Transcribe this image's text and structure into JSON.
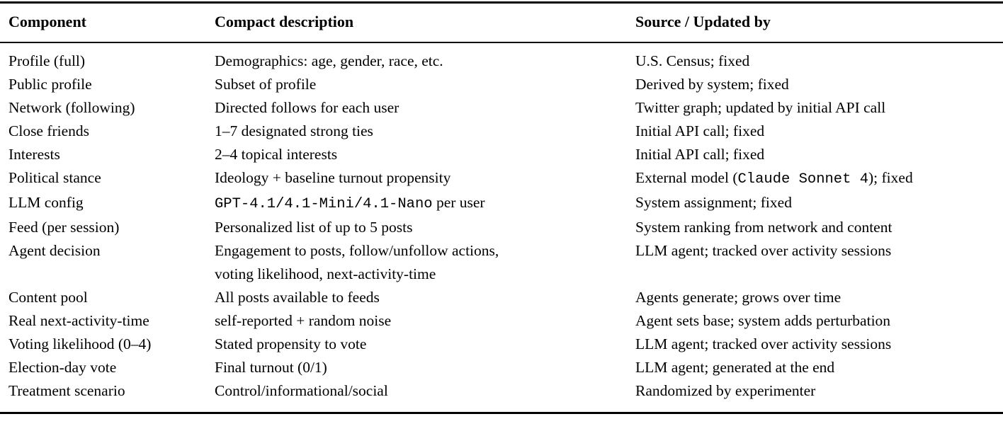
{
  "page": {
    "background": "#ffffff",
    "text_color": "#000000",
    "rule_color": "#000000"
  },
  "table": {
    "columns": [
      {
        "label": "Component"
      },
      {
        "label": "Compact description"
      },
      {
        "label": "Source / Updated by"
      }
    ],
    "rows": [
      {
        "component": "Profile (full)",
        "description": [
          {
            "text": "Demographics: age, gender, race, etc.",
            "mono": false
          }
        ],
        "source": [
          {
            "text": "U.S. Census; fixed",
            "mono": false
          }
        ]
      },
      {
        "component": "Public profile",
        "description": [
          {
            "text": "Subset of profile",
            "mono": false
          }
        ],
        "source": [
          {
            "text": "Derived by system; fixed",
            "mono": false
          }
        ]
      },
      {
        "component": "Network (following)",
        "description": [
          {
            "text": "Directed follows for each user",
            "mono": false
          }
        ],
        "source": [
          {
            "text": "Twitter graph; updated by initial API call",
            "mono": false
          }
        ]
      },
      {
        "component": "Close friends",
        "description": [
          {
            "text": "1–7 designated strong ties",
            "mono": false
          }
        ],
        "source": [
          {
            "text": "Initial API call; fixed",
            "mono": false
          }
        ]
      },
      {
        "component": "Interests",
        "description": [
          {
            "text": "2–4 topical interests",
            "mono": false
          }
        ],
        "source": [
          {
            "text": "Initial API call; fixed",
            "mono": false
          }
        ]
      },
      {
        "component": "Political stance",
        "description": [
          {
            "text": "Ideology + baseline turnout propensity",
            "mono": false
          }
        ],
        "source": [
          {
            "text": "External model (",
            "mono": false
          },
          {
            "text": "Claude Sonnet 4",
            "mono": true
          },
          {
            "text": "); fixed",
            "mono": false
          }
        ]
      },
      {
        "component": "LLM config",
        "description": [
          {
            "text": "GPT-4.1/4.1-Mini/4.1-Nano",
            "mono": true
          },
          {
            "text": " per user",
            "mono": false
          }
        ],
        "source": [
          {
            "text": "System assignment; fixed",
            "mono": false
          }
        ]
      },
      {
        "component": "Feed (per session)",
        "description": [
          {
            "text": "Personalized list of up to 5 posts",
            "mono": false
          }
        ],
        "source": [
          {
            "text": "System ranking from network and content",
            "mono": false
          }
        ]
      },
      {
        "component": "Agent decision",
        "description": [
          {
            "text": "Engagement to posts, follow/unfollow actions,\nvoting likelihood, next-activity-time",
            "mono": false
          }
        ],
        "source": [
          {
            "text": "LLM agent; tracked over activity sessions",
            "mono": false
          }
        ]
      },
      {
        "component": "Content pool",
        "description": [
          {
            "text": "All posts available to feeds",
            "mono": false
          }
        ],
        "source": [
          {
            "text": "Agents generate; grows over time",
            "mono": false
          }
        ]
      },
      {
        "component": "Real next-activity-time",
        "description": [
          {
            "text": "self-reported + random noise",
            "mono": false
          }
        ],
        "source": [
          {
            "text": "Agent sets base; system adds perturbation",
            "mono": false
          }
        ]
      },
      {
        "component": "Voting likelihood (0–4)",
        "description": [
          {
            "text": "Stated propensity to vote",
            "mono": false
          }
        ],
        "source": [
          {
            "text": "LLM agent; tracked over activity sessions",
            "mono": false
          }
        ]
      },
      {
        "component": "Election-day vote",
        "description": [
          {
            "text": "Final turnout (0/1)",
            "mono": false
          }
        ],
        "source": [
          {
            "text": "LLM agent; generated at the end",
            "mono": false
          }
        ]
      },
      {
        "component": "Treatment scenario",
        "description": [
          {
            "text": "Control/informational/social",
            "mono": false
          }
        ],
        "source": [
          {
            "text": "Randomized by experimenter",
            "mono": false
          }
        ]
      }
    ]
  }
}
